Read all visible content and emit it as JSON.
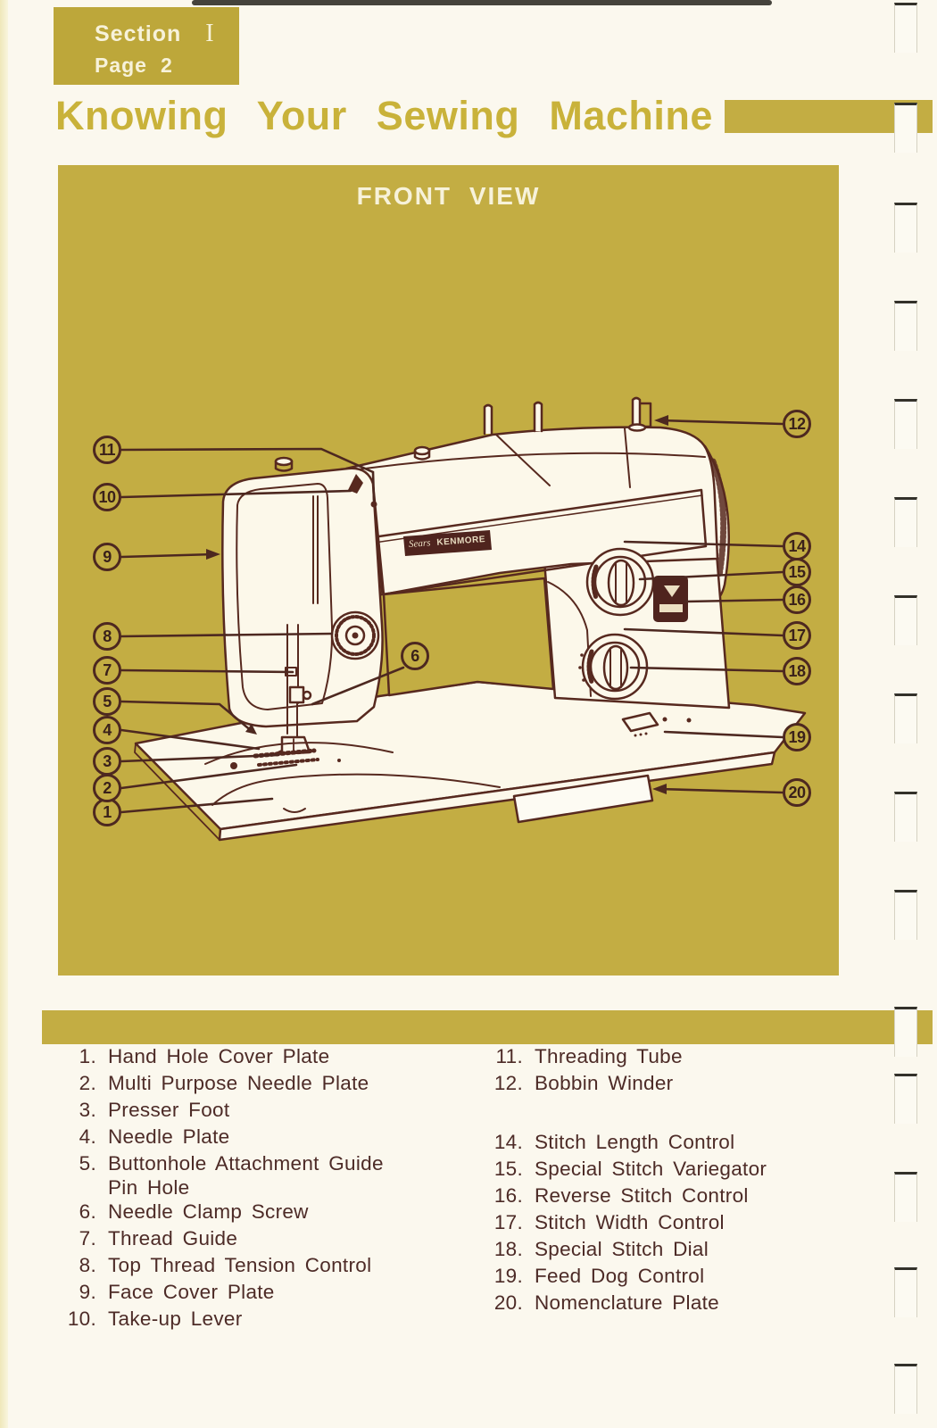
{
  "page": {
    "section_label": "Section",
    "section_value": "I",
    "page_label": "Page",
    "page_value": "2",
    "title": "Knowing Your Sewing Machine"
  },
  "diagram": {
    "heading": "FRONT VIEW",
    "logo": {
      "brand": "Sears",
      "model": "KENMORE"
    },
    "callouts": [
      "1",
      "2",
      "3",
      "4",
      "5",
      "6",
      "7",
      "8",
      "9",
      "10",
      "11",
      "12",
      "14",
      "15",
      "16",
      "17",
      "18",
      "19",
      "20"
    ]
  },
  "legend": {
    "left": [
      {
        "num": "1.",
        "label": "Hand Hole Cover Plate"
      },
      {
        "num": "2.",
        "label": "Multi Purpose Needle Plate"
      },
      {
        "num": "3.",
        "label": "Presser Foot"
      },
      {
        "num": "4.",
        "label": "Needle Plate"
      },
      {
        "num": "5.",
        "label": "Buttonhole Attachment Guide Pin Hole"
      },
      {
        "num": "6.",
        "label": "Needle Clamp Screw"
      },
      {
        "num": "7.",
        "label": "Thread Guide"
      },
      {
        "num": "8.",
        "label": "Top Thread Tension Control"
      },
      {
        "num": "9.",
        "label": "Face Cover Plate"
      },
      {
        "num": "10.",
        "label": "Take-up Lever"
      }
    ],
    "right": [
      {
        "num": "11.",
        "label": "Threading Tube"
      },
      {
        "num": "12.",
        "label": "Bobbin Winder"
      },
      {
        "num": "",
        "label": ""
      },
      {
        "num": "14.",
        "label": "Stitch Length Control"
      },
      {
        "num": "15.",
        "label": "Special Stitch Variegator"
      },
      {
        "num": "16.",
        "label": "Reverse Stitch Control"
      },
      {
        "num": "17.",
        "label": "Stitch Width Control"
      },
      {
        "num": "18.",
        "label": "Special Stitch Dial"
      },
      {
        "num": "19.",
        "label": "Feed Dog Control"
      },
      {
        "num": "20.",
        "label": "Nomenclature Plate"
      }
    ]
  },
  "colors": {
    "olive": "#c3ad43",
    "ink": "#57291f",
    "cream": "#fcf8ea",
    "legend_ink": "#4d2b27"
  }
}
